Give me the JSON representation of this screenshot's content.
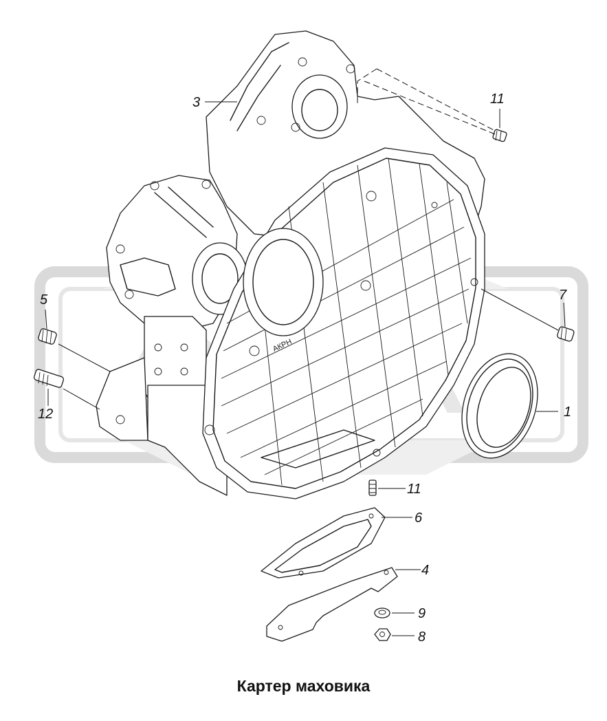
{
  "caption": "Картер маховика",
  "watermark_text": "OREX",
  "part_labels": {
    "p1": "1",
    "p3": "3",
    "p4": "4",
    "p5": "5",
    "p6": "6",
    "p7": "7",
    "p8": "8",
    "p9": "9",
    "p11_top": "11",
    "p11_bottom": "11",
    "p12": "12"
  },
  "housing_marking": "АКРН",
  "colors": {
    "line": "#1a1a1a",
    "watermark": "#c8c8c8",
    "background": "#ffffff"
  }
}
